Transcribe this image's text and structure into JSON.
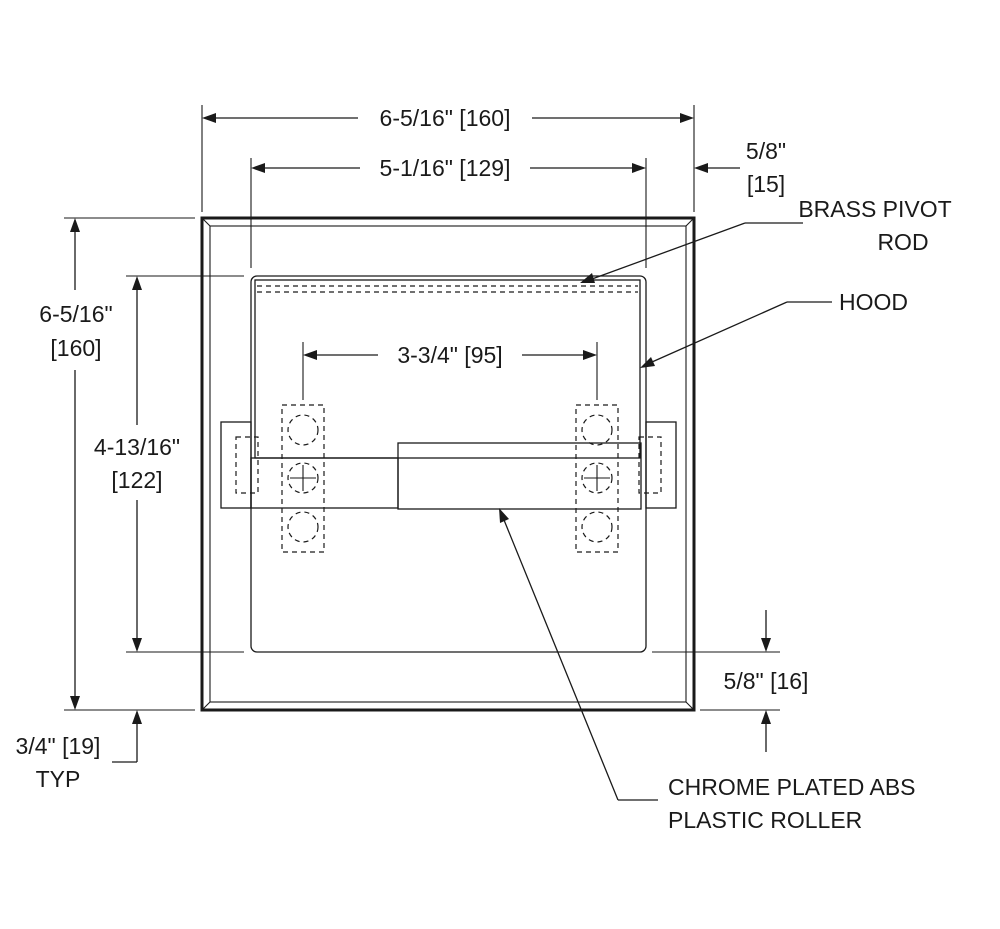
{
  "dimensions": {
    "overall_width": "6-5/16\" [160]",
    "inner_width": "5-1/16\" [129]",
    "flange_top_line1": "5/8\"",
    "flange_top_line2": "[15]",
    "overall_height_line1": "6-5/16\"",
    "overall_height_line2": "[160]",
    "inner_height_line1": "4-13/16\"",
    "inner_height_line2": "[122]",
    "hole_spacing": "3-3/4\" [95]",
    "flange_bottom": "5/8\" [16]",
    "typ_line1": "3/4\" [19]",
    "typ_line2": "TYP"
  },
  "callouts": {
    "brass_pivot_line1": "BRASS PIVOT",
    "brass_pivot_line2": "ROD",
    "hood": "HOOD",
    "roller_line1": "CHROME PLATED ABS",
    "roller_line2": "PLASTIC ROLLER"
  },
  "colors": {
    "ink": "#1a1a1a",
    "paper": "#ffffff"
  }
}
